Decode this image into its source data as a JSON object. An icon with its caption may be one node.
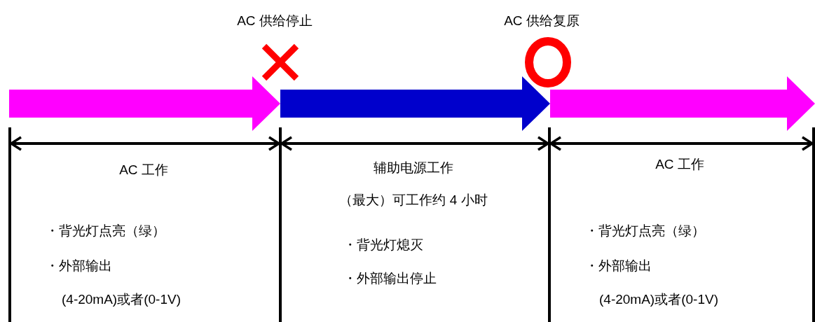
{
  "diagram": {
    "labels": [
      "AC 供给停止",
      "AC 供给复原",
      "AC 工作",
      "・背光灯点亮（绿）",
      "・外部输出",
      "(4-20mA)或者(0-1V)",
      "辅助电源工作",
      "（最大）可工作约 4 小时",
      "・背光灯熄灭",
      "・外部输出停止",
      "AC 工作",
      "・背光灯点亮（绿）",
      "・外部输出",
      "(4-20mA)或者(0-1V)"
    ]
  }
}
